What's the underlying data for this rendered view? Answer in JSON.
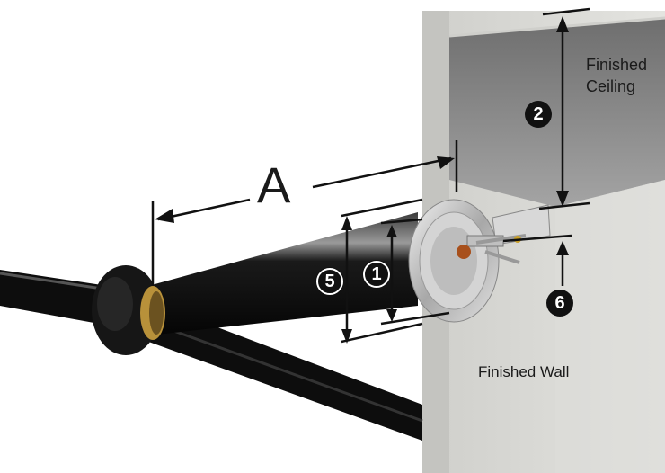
{
  "labels": {
    "finished_ceiling_line1": "Finished",
    "finished_ceiling_line2": "Ceiling",
    "finished_wall": "Finished Wall",
    "dimension_a": "A"
  },
  "callouts": {
    "c1": "1",
    "c2": "2",
    "c5": "5",
    "c6": "6"
  },
  "colors": {
    "wall": "#d6d6d2",
    "ceiling": "#8c8c8c",
    "pipe": "#141414",
    "escutcheon": "#c9c9c9",
    "coupling": "#b8913a"
  }
}
